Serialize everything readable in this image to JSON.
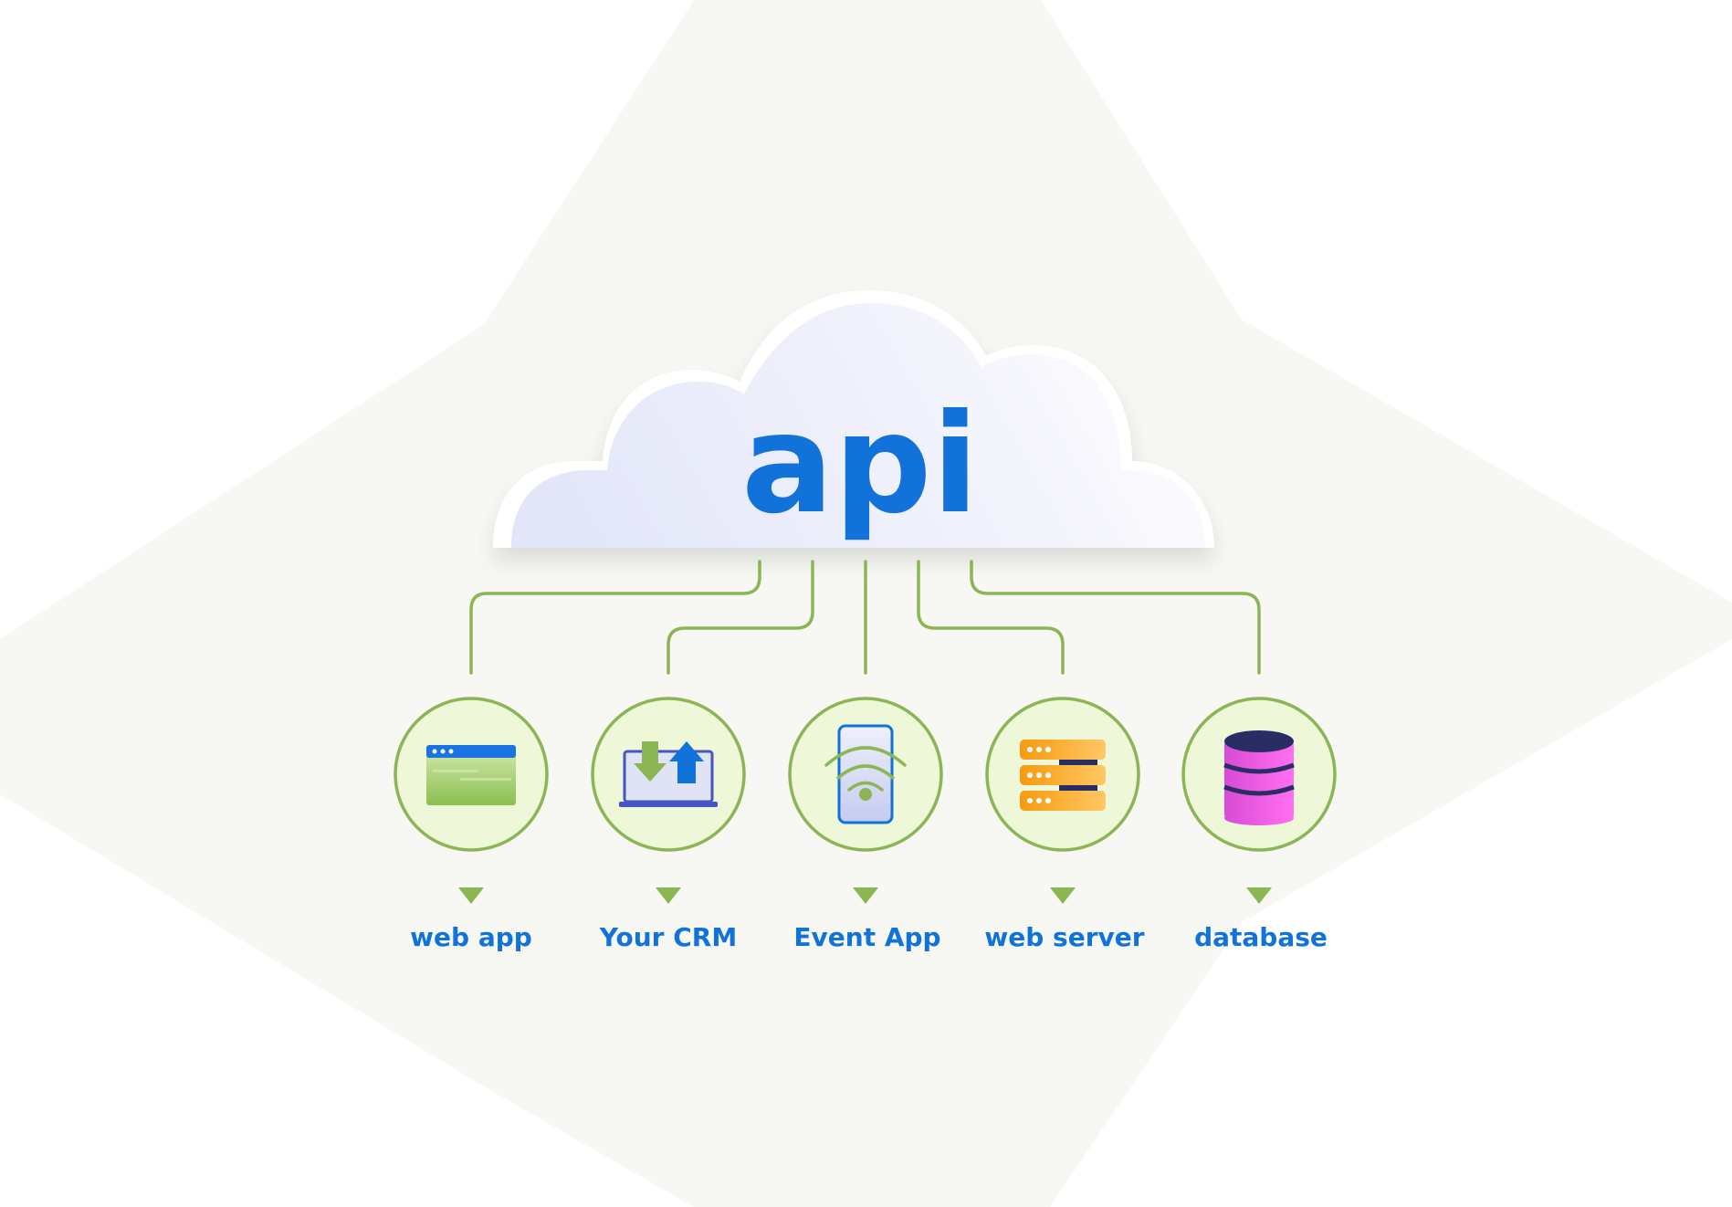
{
  "title": "api",
  "colors": {
    "accent_blue": "#1172d9",
    "line_green": "#8cb554",
    "circle_fill": "#eef7d8",
    "background_shape": "#f7f8f3",
    "cloud_light": "#fbfbfe",
    "cloud_tint": "#e4e7f8"
  },
  "nodes": [
    {
      "label": "web app",
      "icon": "browser-window-icon"
    },
    {
      "label": "Your CRM",
      "icon": "laptop-sync-icon"
    },
    {
      "label": "Event App",
      "icon": "mobile-wifi-icon"
    },
    {
      "label": "web server",
      "icon": "server-rack-icon"
    },
    {
      "label": "database",
      "icon": "database-stack-icon"
    }
  ]
}
